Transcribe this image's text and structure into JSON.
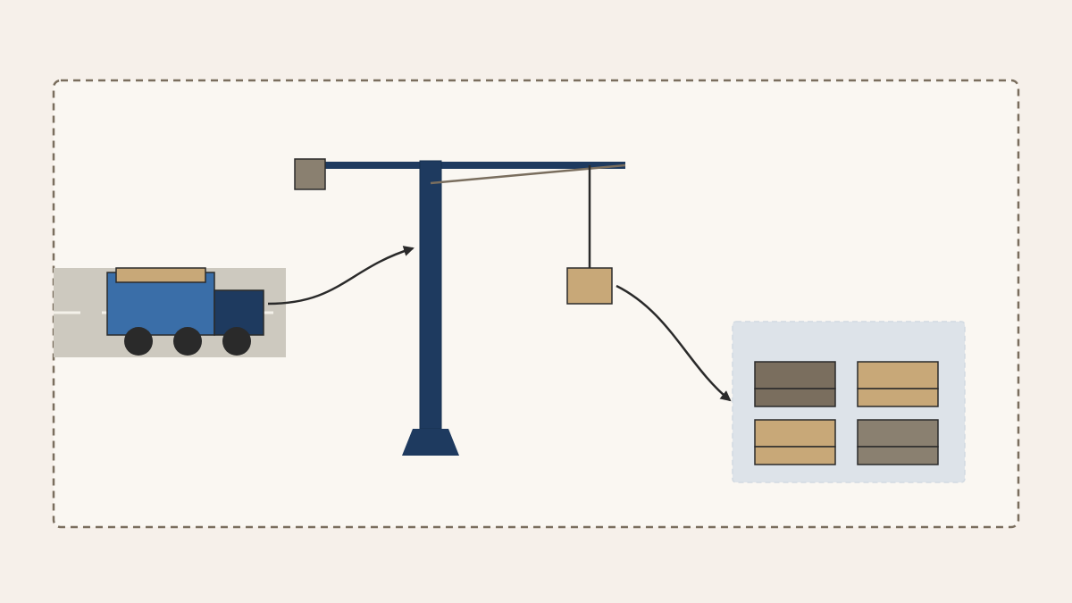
{
  "colors": {
    "page_background": "#f6f0ea",
    "frame_fill": "#faf7f2",
    "frame_border": "#7a6e5e",
    "road": "#cdc9bf",
    "road_marking": "#f4f1ea",
    "truck_body": "#3a6ea8",
    "truck_cab": "#1e3a5f",
    "cargo": "#c8a878",
    "wheel": "#2a2a2a",
    "crane": "#1e3a5f",
    "counterweight": "#8a8070",
    "cable": "#7a6e5e",
    "hook_line": "#2a2a2a",
    "storage_area": "#dde3e9",
    "stack_dark": "#7a6e5e",
    "stack_tan": "#c8a878",
    "stack_gray": "#8a8070",
    "arrow": "#2a2a2a"
  },
  "icons": {
    "truck": "truck-icon",
    "crane": "tower-crane-icon",
    "load": "cargo-box-icon",
    "storage": "storage-stack-icon"
  },
  "stacks": [
    {
      "color": "stack_dark"
    },
    {
      "color": "stack_tan"
    },
    {
      "color": "stack_tan"
    },
    {
      "color": "stack_gray"
    }
  ]
}
